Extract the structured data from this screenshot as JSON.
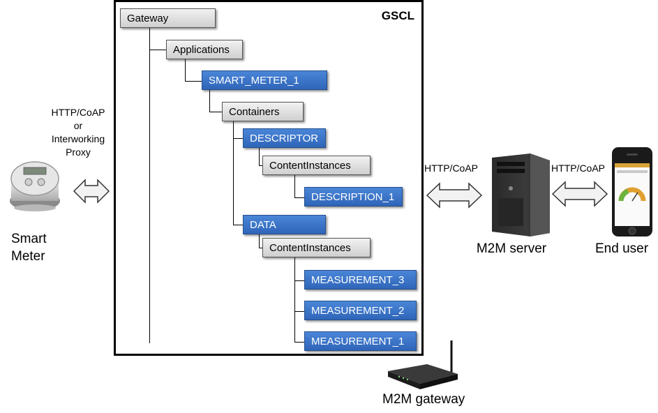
{
  "gscl": {
    "title": "GSCL",
    "nodes": {
      "gateway": "Gateway",
      "applications": "Applications",
      "smart_meter_1": "SMART_METER_1",
      "containers": "Containers",
      "descriptor": "DESCRIPTOR",
      "descriptor_content_instances": "ContentInstances",
      "description_1": "DESCRIPTION_1",
      "data": "DATA",
      "data_content_instances": "ContentInstances",
      "measurement_3": "MEASUREMENT_3",
      "measurement_2": "MEASUREMENT_2",
      "measurement_1": "MEASUREMENT_1"
    }
  },
  "left_protocol": {
    "line1": "HTTP/CoAP",
    "line2": "or",
    "line3": "Interworking",
    "line4": "Proxy"
  },
  "smart_meter": {
    "line1": "Smart",
    "line2": "Meter"
  },
  "server_protocol": "HTTP/CoAP",
  "enduser_protocol": "HTTP/CoAP",
  "m2m_server": "M2M server",
  "end_user": "End user",
  "m2m_gateway": "M2M gateway",
  "colors": {
    "blue_node": "#3570c4",
    "gray_node": "#dcdcdc"
  }
}
